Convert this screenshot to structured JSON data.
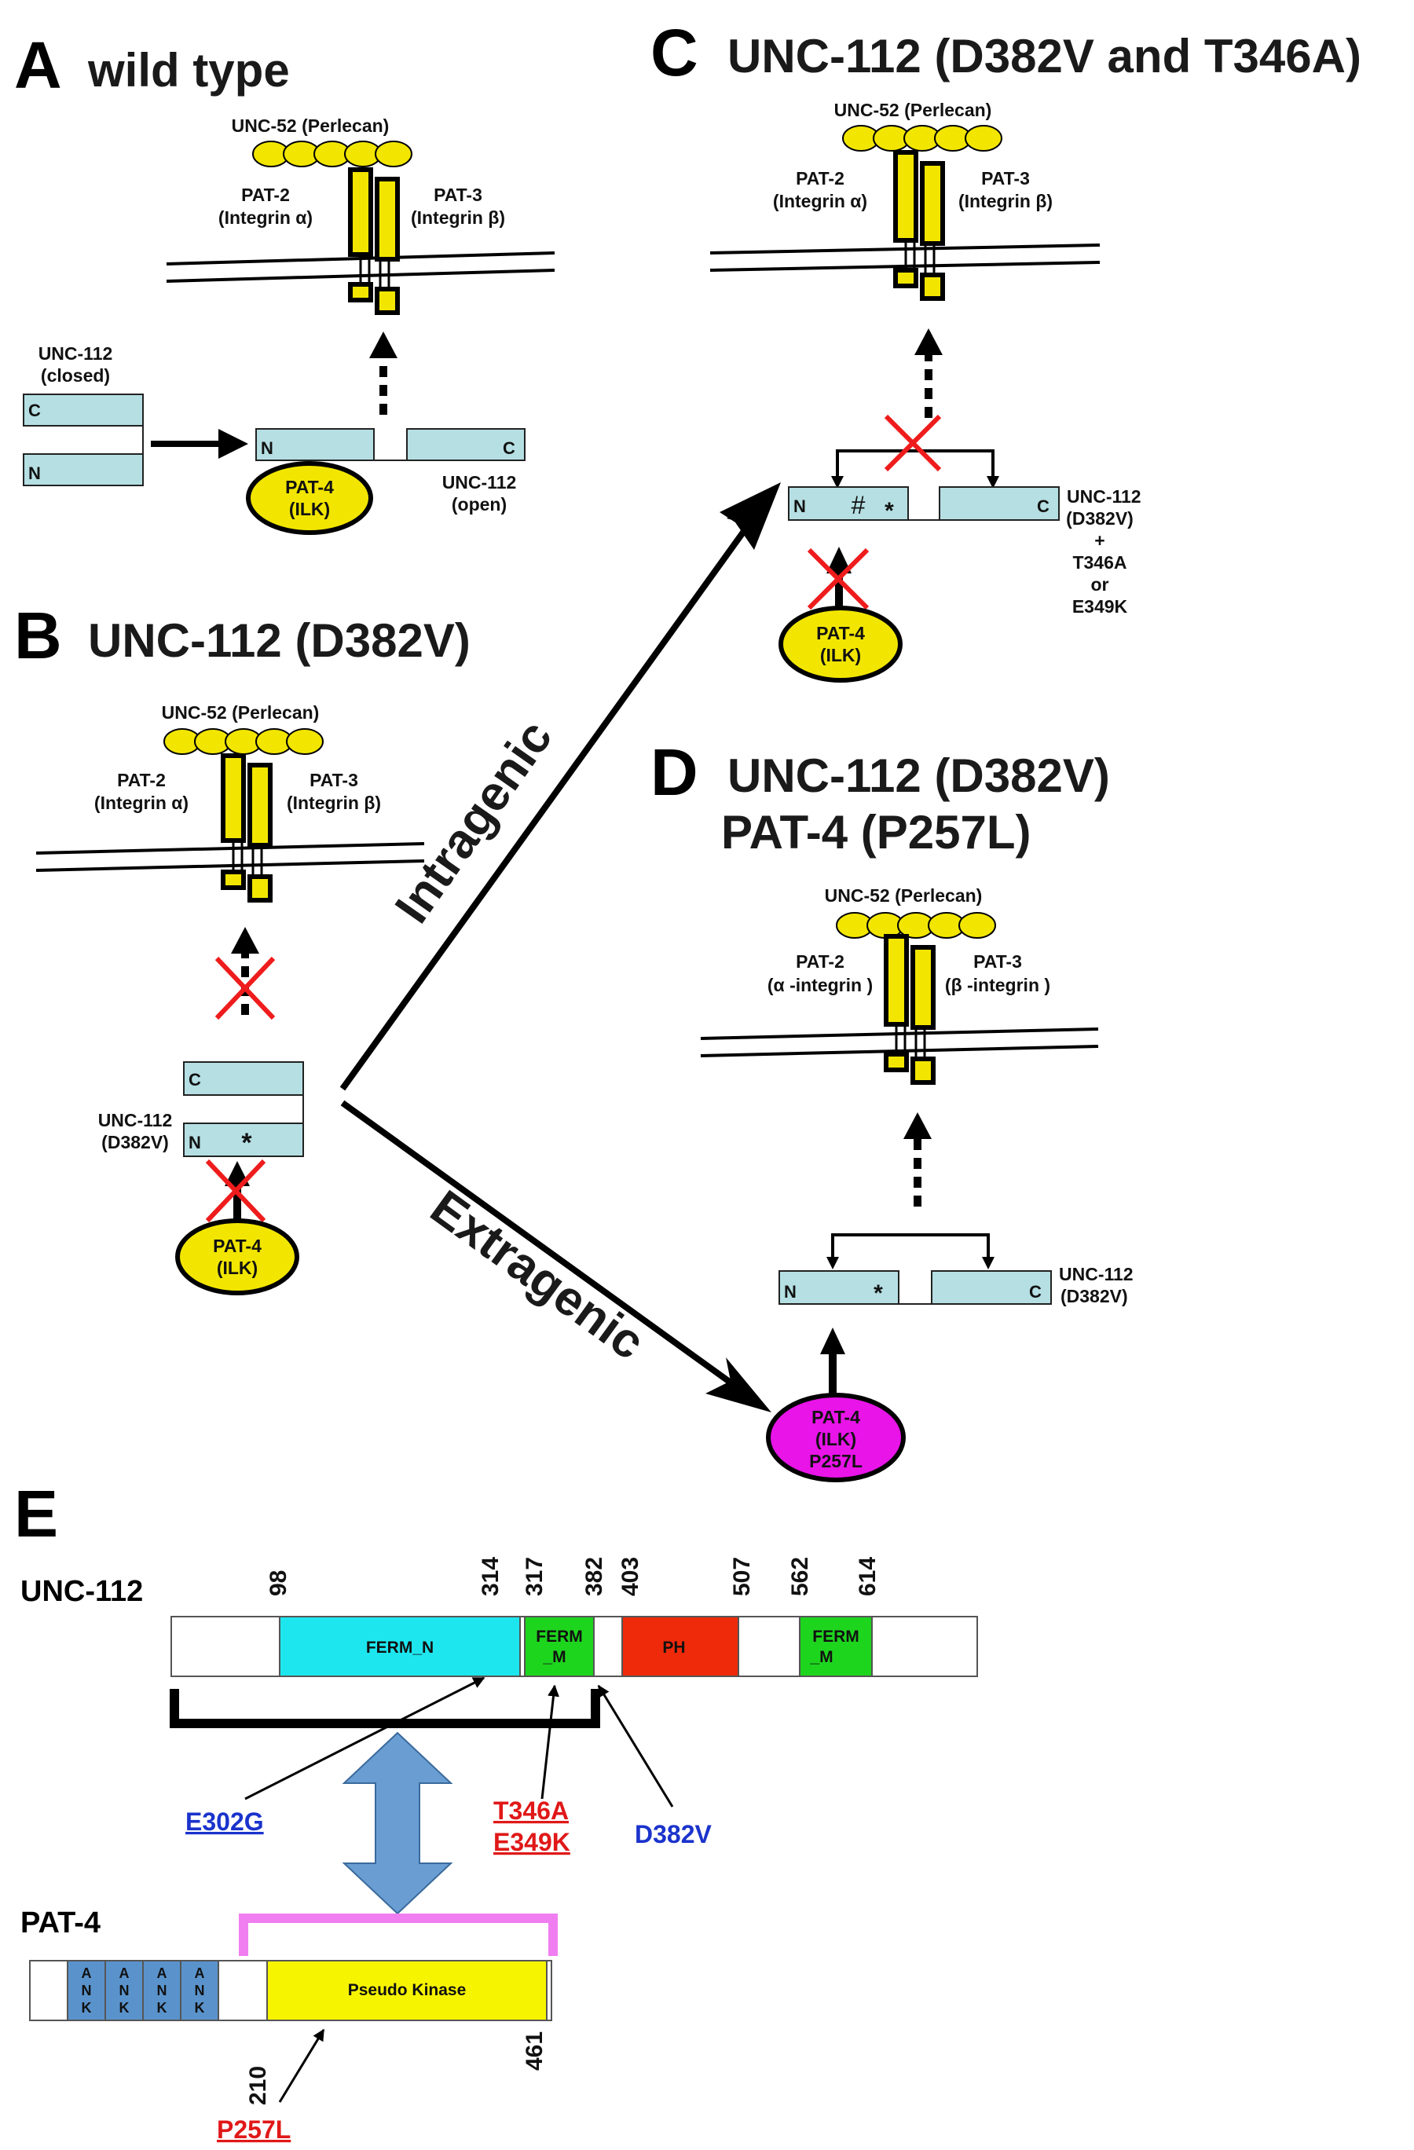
{
  "colors": {
    "integrin_fill": "#f2e600",
    "perlecan_fill": "#f2e600",
    "domain_box_fill": "#b5dfe3",
    "pat4_fill": "#f2e600",
    "pat4_mutant_fill": "#e814e8",
    "cross": "#ee1c1c",
    "ferm_n": "#1ee6ee",
    "ferm_m": "#1ed51e",
    "ph": "#ee2a0a",
    "ank": "#5a93cc",
    "pseudo_kinase": "#f7f400",
    "bracket_pink": "#f07ef0",
    "double_arrow": "#6a9ed2"
  },
  "panels": {
    "A": {
      "letter": "A",
      "title": "wild type",
      "perlecan": "UNC-52 (Perlecan)",
      "alpha_name": "PAT-2",
      "alpha_sub": "(Integrin α)",
      "beta_name": "PAT-3",
      "beta_sub": "(Integrin β)",
      "closed_name": "UNC-112",
      "closed_state": "(closed)",
      "open_name": "UNC-112",
      "open_state": "(open)",
      "pat4_name": "PAT-4",
      "pat4_sub": "(ILK)",
      "n": "N",
      "c": "C"
    },
    "B": {
      "letter": "B",
      "title": "UNC-112 (D382V)",
      "perlecan": "UNC-52 (Perlecan)",
      "alpha_name": "PAT-2",
      "alpha_sub": "(Integrin α)",
      "beta_name": "PAT-3",
      "beta_sub": "(Integrin β)",
      "unc_name": "UNC-112",
      "unc_mut": "(D382V)",
      "pat4_name": "PAT-4",
      "pat4_sub": "(ILK)",
      "n": "N",
      "c": "C",
      "star": "*"
    },
    "C": {
      "letter": "C",
      "title": "UNC-112 (D382V and T346A)",
      "perlecan": "UNC-52 (Perlecan)",
      "alpha_name": "PAT-2",
      "alpha_sub": "(Integrin α)",
      "beta_name": "PAT-3",
      "beta_sub": "(Integrin β)",
      "unc_lines": [
        "UNC-112",
        "(D382V)",
        "+",
        "T346A",
        "or",
        "E349K"
      ],
      "pat4_name": "PAT-4",
      "pat4_sub": "(ILK)",
      "n": "N",
      "c": "C",
      "hash": "#",
      "star": "*"
    },
    "D": {
      "letter": "D",
      "title_line1": "UNC-112 (D382V)",
      "title_line2": "PAT-4 (P257L)",
      "perlecan": "UNC-52 (Perlecan)",
      "alpha_name": "PAT-2",
      "alpha_sub": "(α -integrin )",
      "beta_name": "PAT-3",
      "beta_sub": "(β -integrin )",
      "unc_name": "UNC-112",
      "unc_mut": "(D382V)",
      "pat4_lines": [
        "PAT-4",
        "(ILK)",
        "P257L"
      ],
      "n": "N",
      "c": "C",
      "star": "*"
    },
    "arrows": {
      "intragenic": "Intragenic",
      "extragenic": "Extragenic"
    },
    "E": {
      "letter": "E",
      "unc112": {
        "name": "UNC-112",
        "positions": [
          "98",
          "314",
          "317",
          "382",
          "403",
          "507",
          "562",
          "614"
        ],
        "domains": {
          "ferm_n": "FERM_N",
          "ferm_m1_l1": "FERM",
          "ferm_m1_l2": "_M",
          "ph": "PH",
          "ferm_m2_l1": "FERM",
          "ferm_m2_l2": "_M"
        }
      },
      "mutations": {
        "e302g": "E302G",
        "t346a": "T346A",
        "e349k": "E349K",
        "d382v": "D382V"
      },
      "pat4": {
        "name": "PAT-4",
        "ank_letters": [
          "A",
          "N",
          "K"
        ],
        "kinase": "Pseudo Kinase",
        "positions": [
          "210",
          "461"
        ],
        "mutation": "P257L"
      }
    }
  }
}
